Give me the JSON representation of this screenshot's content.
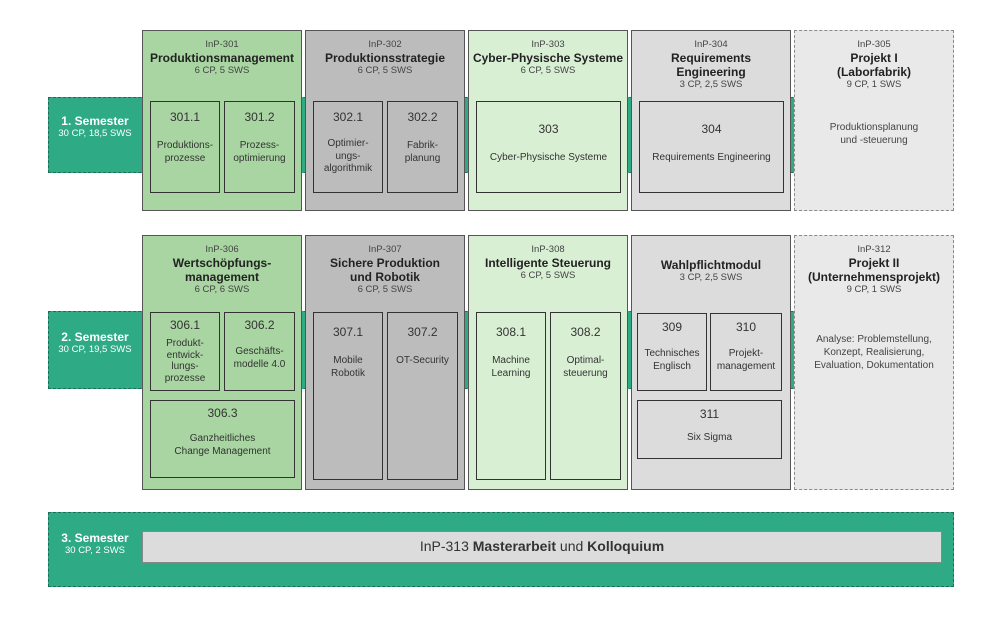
{
  "semesters": [
    {
      "label": "1. Semester",
      "sub": "30 CP, 18,5 SWS"
    },
    {
      "label": "2. Semester",
      "sub": "30 CP, 19,5 SWS"
    },
    {
      "label": "3. Semester",
      "sub": "30 CP, 2 SWS"
    }
  ],
  "colors": {
    "band": "#2eaa84",
    "green": "#a8d5a1",
    "gray": "#bdbcbc",
    "light_green": "#d8efd4",
    "light_gray": "#dcdcdc"
  },
  "row1": {
    "m301": {
      "code": "InP-301",
      "title": "Produktionsmanagement",
      "cp": "6 CP, 5 SWS",
      "subs": [
        {
          "num": "301.1",
          "name": "Produktions-\nprozesse"
        },
        {
          "num": "301.2",
          "name": "Prozess-\noptimierung"
        }
      ]
    },
    "m302": {
      "code": "InP-302",
      "title": "Produktionsstrategie",
      "cp": "6 CP, 5 SWS",
      "subs": [
        {
          "num": "302.1",
          "name": "Optimier-\nungs-\nalgorithmik"
        },
        {
          "num": "302.2",
          "name": "Fabrik-\nplanung"
        }
      ]
    },
    "m303": {
      "code": "InP-303",
      "title": "Cyber-Physische Systeme",
      "cp": "6 CP, 5 SWS",
      "subs": [
        {
          "num": "303",
          "name": "Cyber-Physische Systeme"
        }
      ]
    },
    "m304": {
      "code": "InP-304",
      "title": "Requirements\nEngineering",
      "cp": "3 CP, 2,5 SWS",
      "subs": [
        {
          "num": "304",
          "name": "Requirements Engineering"
        }
      ]
    },
    "m305": {
      "code": "InP-305",
      "title": "Projekt I\n(Laborfabrik)",
      "cp": "9 CP, 1 SWS",
      "text": "Produktionsplanung\nund -steuerung"
    }
  },
  "row2": {
    "m306": {
      "code": "InP-306",
      "title": "Wertschöpfungs-\nmanagement",
      "cp": "6 CP, 6 SWS",
      "subs": [
        {
          "num": "306.1",
          "name": "Produkt-\nentwick-\nlungs-\nprozesse"
        },
        {
          "num": "306.2",
          "name": "Geschäfts-\nmodelle 4.0"
        },
        {
          "num": "306.3",
          "name": "Ganzheitliches\nChange Management"
        }
      ]
    },
    "m307": {
      "code": "InP-307",
      "title": "Sichere Produktion\nund Robotik",
      "cp": "6 CP, 5 SWS",
      "subs": [
        {
          "num": "307.1",
          "name": "Mobile\nRobotik"
        },
        {
          "num": "307.2",
          "name": "OT-Security"
        }
      ]
    },
    "m308": {
      "code": "InP-308",
      "title": "Intelligente Steuerung",
      "cp": "6 CP, 5 SWS",
      "subs": [
        {
          "num": "308.1",
          "name": "Machine\nLearning"
        },
        {
          "num": "308.2",
          "name": "Optimal-\nsteuerung"
        }
      ]
    },
    "m309": {
      "code": "",
      "title": "Wahlpflichtmodul",
      "cp": "3 CP, 2,5 SWS",
      "subs": [
        {
          "num": "309",
          "name": "Technisches\nEnglisch"
        },
        {
          "num": "310",
          "name": "Projekt-\nmanagement"
        },
        {
          "num": "311",
          "name": "Six Sigma"
        }
      ]
    },
    "m312": {
      "code": "InP-312",
      "title": "Projekt II\n(Unternehmensprojekt)",
      "cp": "9 CP, 1 SWS",
      "text": "Analyse: Problemstellung,\nKonzept, Realisierung,\nEvaluation, Dokumentation"
    }
  },
  "thesis": {
    "code": "InP-313",
    "part1": "Masterarbeit",
    "connector": "und",
    "part2": "Kolloquium"
  }
}
